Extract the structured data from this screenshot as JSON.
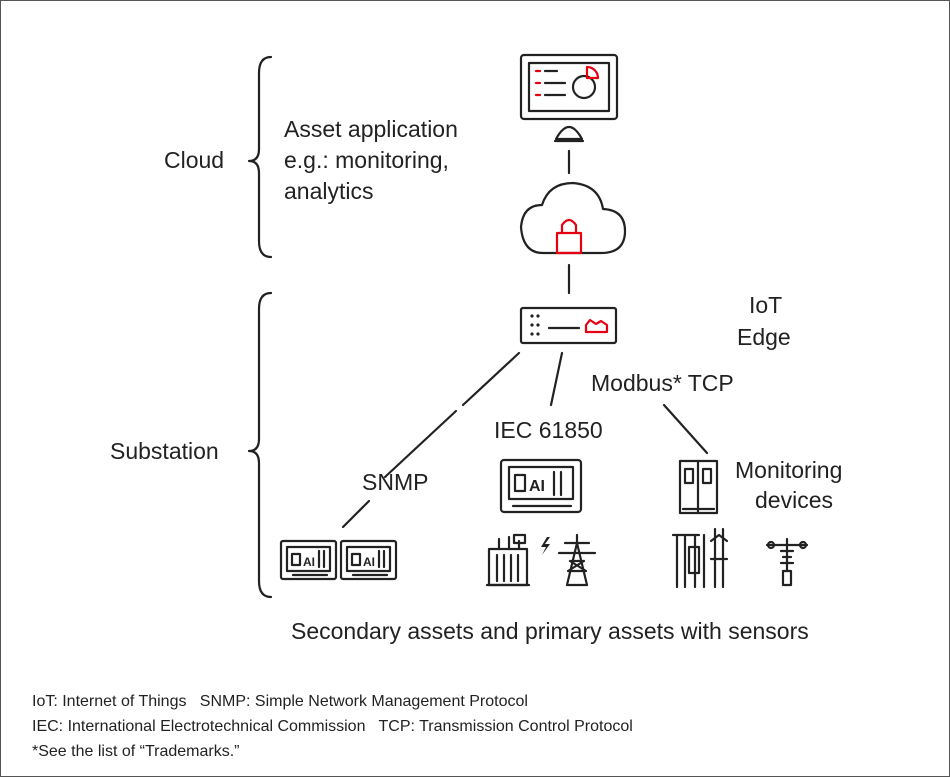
{
  "labels": {
    "cloud": "Cloud",
    "asset_app_line1": "Asset application",
    "asset_app_line2": "e.g.: monitoring,",
    "asset_app_line3": "analytics",
    "iot_line1": "IoT",
    "iot_line2": "Edge",
    "modbus": "Modbus* TCP",
    "iec": "IEC 61850",
    "snmp": "SNMP",
    "substation": "Substation",
    "monitoring_line1": "Monitoring",
    "monitoring_line2": "devices",
    "secondary": "Secondary assets and primary assets with sensors"
  },
  "footnotes": {
    "line1": "IoT: Internet of Things   SNMP: Simple Network Management Protocol",
    "line2": "IEC: International Electrotechnical Commission   TCP: Transmission Control Protocol",
    "line3": "*See the list of “Trademarks.”"
  },
  "icons": {
    "monitor": "monitor-dashboard-icon",
    "cloud": "cloud-lock-icon",
    "edge": "edge-gateway-icon",
    "ied": "ied-device-icon",
    "transformer": "transformer-icon",
    "tower": "power-tower-icon",
    "cabinet": "monitoring-cabinet-icon",
    "switchgear": "switchgear-icon",
    "insulator": "insulator-icon"
  },
  "colors": {
    "accent": "#e60012",
    "line": "#222222",
    "border": "#555555"
  }
}
